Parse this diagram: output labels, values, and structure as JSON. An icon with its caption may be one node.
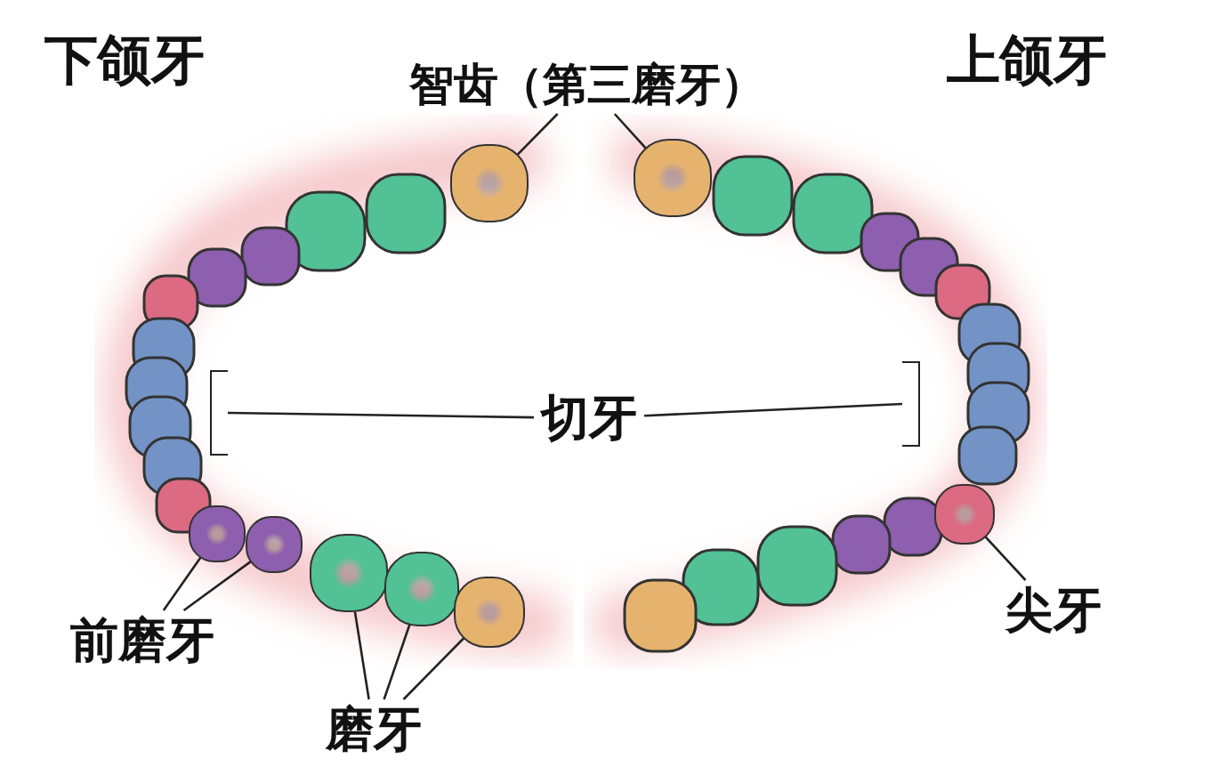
{
  "diagram": {
    "nodes": [
      {
        "text": [
          "智齿（第三磨牙）"
        ]
      },
      {
        "text": [],
        "shape": "picture"
      },
      {
        "text": [],
        "shape": "picture"
      },
      {
        "text": [
          "切牙"
        ]
      },
      {
        "text": [],
        "shape": "bracket"
      },
      {
        "text": [],
        "shape": "bracket"
      },
      {
        "text": [
          "前磨牙"
        ]
      },
      {
        "text": [],
        "shape": "picture"
      },
      {
        "text": [],
        "shape": "picture"
      },
      {
        "text": [
          "磨牙"
        ]
      },
      {
        "text": [],
        "shape": "picture"
      },
      {
        "text": [],
        "shape": "picture"
      },
      {
        "text": [],
        "shape": "picture"
      },
      {
        "text": [
          "尖牙"
        ]
      },
      {
        "text": [],
        "shape": "picture"
      }
    ],
    "edges": [
      {
        "from": 0,
        "to": 1,
        "arrow": "none"
      },
      {
        "from": 0,
        "to": 2,
        "arrow": "none"
      },
      {
        "from": 3,
        "to": 4,
        "arrow": "none"
      },
      {
        "from": 3,
        "to": 5,
        "arrow": "none"
      },
      {
        "from": 6,
        "to": 7,
        "arrow": "none"
      },
      {
        "from": 6,
        "to": 8,
        "arrow": "none"
      },
      {
        "from": 9,
        "to": 10,
        "arrow": "none"
      },
      {
        "from": 9,
        "to": 11,
        "arrow": "none"
      },
      {
        "from": 9,
        "to": 12,
        "arrow": "none"
      },
      {
        "from": 13,
        "to": 14,
        "arrow": "none"
      }
    ],
    "labels": [
      "下颌牙",
      "上颌牙"
    ]
  }
}
